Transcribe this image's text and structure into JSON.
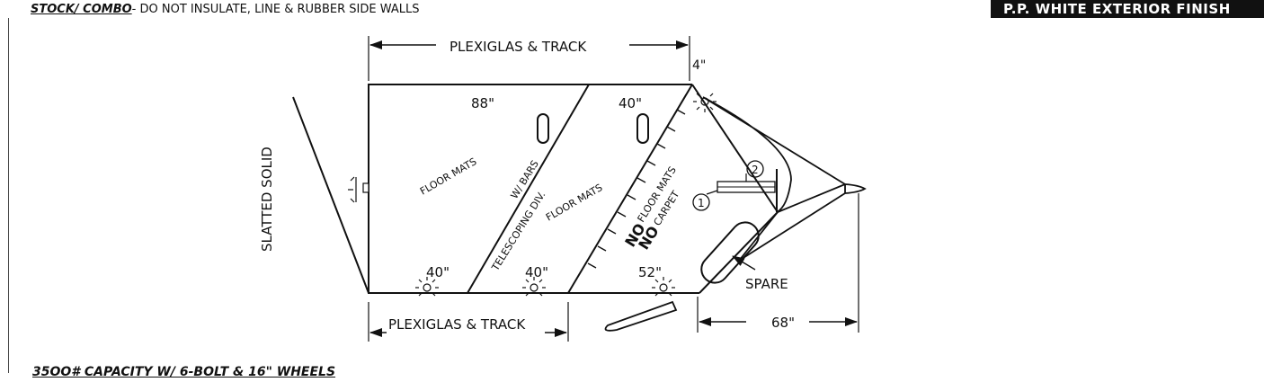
{
  "header": {
    "note_strong": "STOCK/ COMBO",
    "note_rest": "- DO NOT INSULATE, LINE & RUBBER SIDE WALLS",
    "finish_banner": "P.P. WHITE EXTERIOR FINISH"
  },
  "footer": {
    "capacity_note": "35OO# CAPACITY W/ 6-BOLT & 16\" WHEELS"
  },
  "diagram": {
    "top_dimension": "PLEXIGLAS & TRACK",
    "nose_offset": "4\"",
    "bottom_dimension": "PLEXIGLAS & TRACK",
    "tongue_dimension": "68\"",
    "rear_door_label": "SLATTED SOLID",
    "rear_compartment": {
      "width_top": "88\"",
      "width_bottom": "40\"",
      "flooring": "FLOOR MATS"
    },
    "divider": {
      "label": "TELESCOPING DIV.",
      "sub_label": "W/ BARS"
    },
    "middle_compartment": {
      "width_top": "40\"",
      "width_bottom": "40\"",
      "flooring": "FLOOR MATS"
    },
    "front_compartment": {
      "width_bottom": "52\"",
      "no_1": "NO",
      "floor_mats": "FLOOR MATS",
      "no_2": "NO",
      "carpet": "CARPET"
    },
    "spare_label": "SPARE",
    "callout_1": "1",
    "callout_2": "2"
  }
}
